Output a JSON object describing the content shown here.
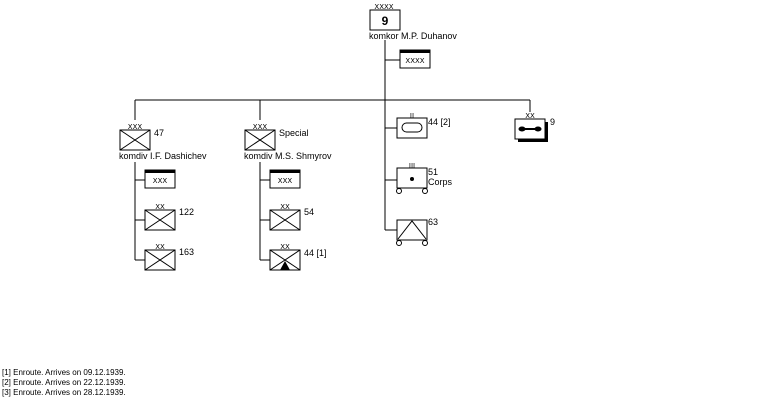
{
  "army": {
    "echelon": "XXXX",
    "designation": "9",
    "commander": "komkor  M.P. Duhanov"
  },
  "army_hq": {
    "echelon": "XXXX"
  },
  "corps": [
    {
      "echelon": "XXX",
      "designation": "47",
      "commander": "komdiv  I.F. Dashichev",
      "hq_echelon": "XXX",
      "divisions": [
        {
          "echelon": "XX",
          "designation": "122"
        },
        {
          "echelon": "XX",
          "designation": "163"
        }
      ]
    },
    {
      "echelon": "XXX",
      "designation": "Special",
      "commander": "komdiv  M.S. Shmyrov",
      "hq_echelon": "XXX",
      "divisions": [
        {
          "echelon": "XX",
          "designation": "54"
        },
        {
          "echelon": "XX",
          "designation": "44 [1]"
        }
      ]
    }
  ],
  "army_units": [
    {
      "echelon": "II",
      "designation": "44 [2]",
      "symbol": "armor"
    },
    {
      "echelon": "III",
      "designation": "51",
      "designation_line2": "Corps",
      "symbol": "artillery"
    },
    {
      "echelon": "",
      "designation": "63",
      "symbol": "anti-air-artillery"
    }
  ],
  "right_unit": {
    "echelon": "XX",
    "designation": "9",
    "symbol": "armored-cavalry"
  },
  "notes": [
    "[1] Enroute. Arrives on 09.12.1939.",
    "[2] Enroute. Arrives on 22.12.1939.",
    "[3] Enroute. Arrives on 28.12.1939."
  ]
}
